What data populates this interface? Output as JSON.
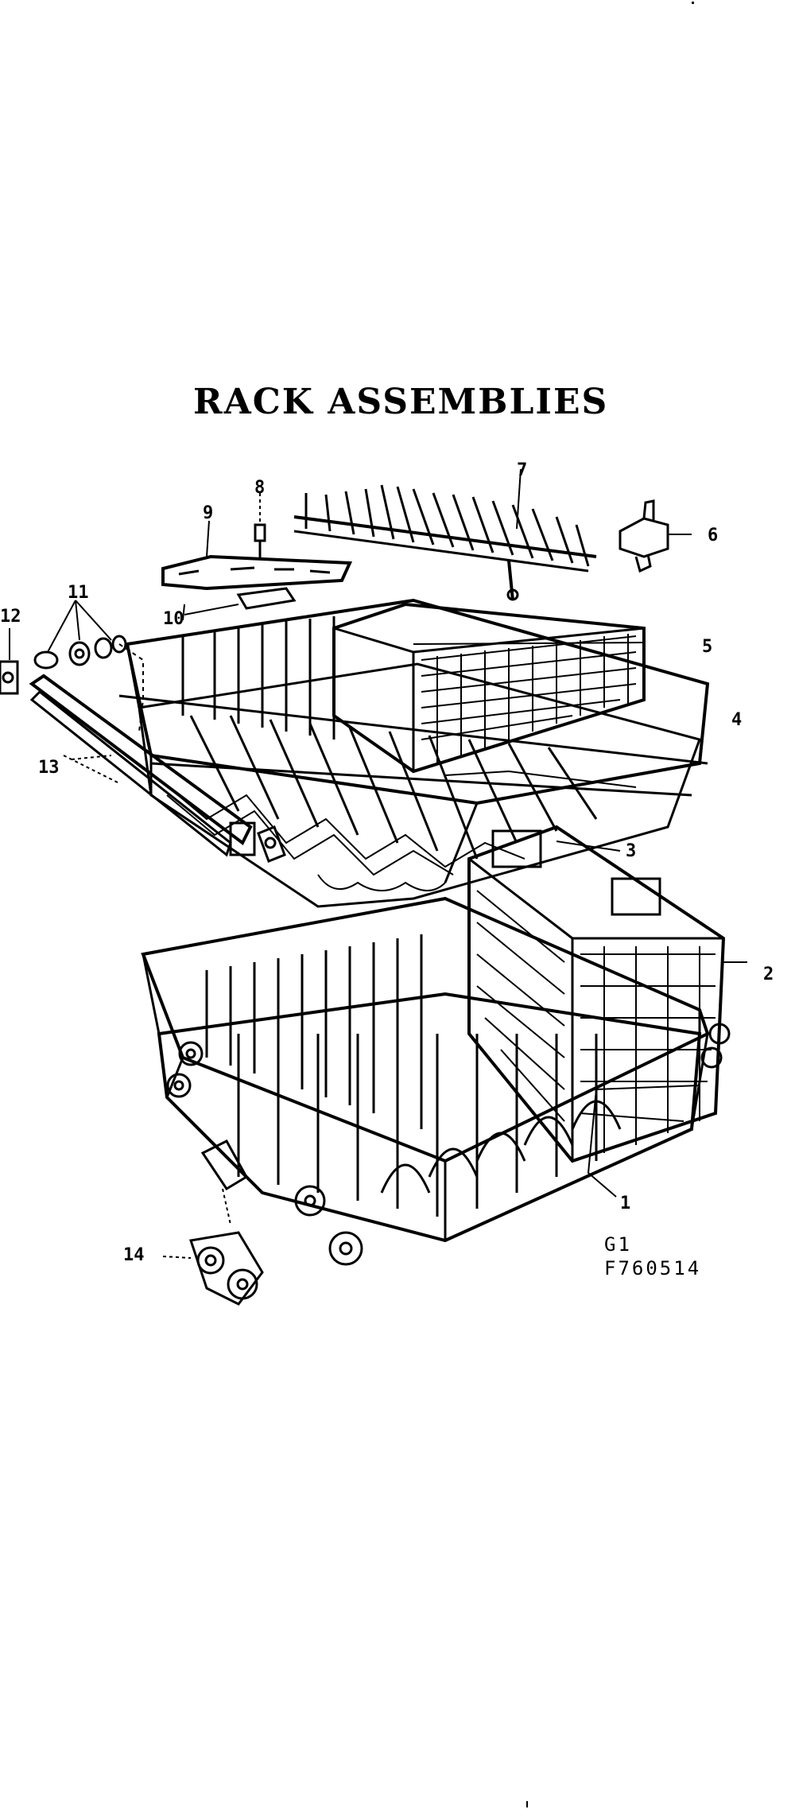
{
  "title": "RACK ASSEMBLIES",
  "callouts": [
    "1",
    "2",
    "3",
    "4",
    "5",
    "6",
    "7",
    "8",
    "9",
    "10",
    "11",
    "12",
    "13",
    "14"
  ],
  "figure_code": {
    "line1": "G1",
    "line2": "F760514"
  }
}
